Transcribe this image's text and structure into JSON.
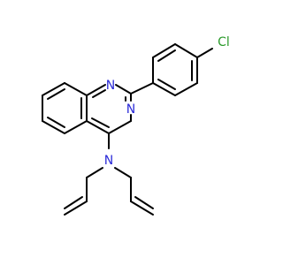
{
  "molecule": {
    "atoms": {
      "n1": "N",
      "n3": "N",
      "n_amine": "N",
      "cl": "Cl"
    },
    "colors": {
      "bond": "#000000",
      "nitrogen": "#2b2bd8",
      "chlorine": "#2a9a2a",
      "background": "#ffffff"
    }
  }
}
